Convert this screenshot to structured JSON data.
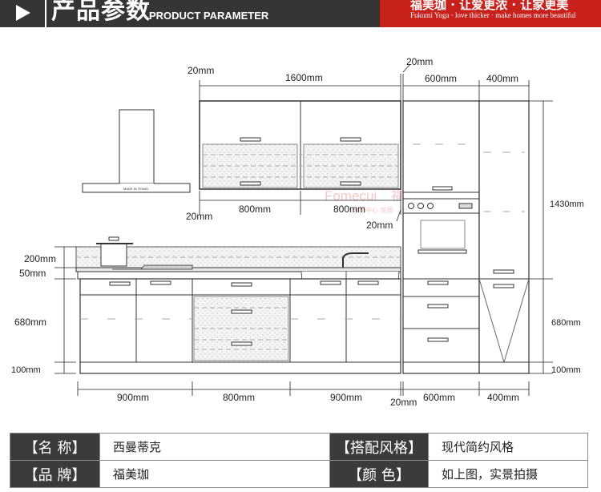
{
  "header": {
    "title_cn": "产品参数",
    "title_en": "PRODUCT PARAMETER",
    "brand_slogan_cn": "福美珈 · 让爱更浓 · 让家更美",
    "brand_slogan_en": "Fukumi Yoga · love thicker · make homes more beautiful"
  },
  "diagram": {
    "hood_label": "MADE IN TEWAY",
    "watermark_en": "Fomecui",
    "watermark_cn": "福美珈",
    "watermark_sub": "家居中心·家居",
    "dims": {
      "top_left_gap": "20mm",
      "upper_width": "1600mm",
      "top_gap": "20mm",
      "tall_width_top": "600mm",
      "right_width_top": "400mm",
      "upper_left_gap": "20mm",
      "upper_unit_1": "800mm",
      "upper_unit_2": "800mm",
      "upper_mid_gap": "20mm",
      "tall_height": "1430mm",
      "backsplash": "200mm",
      "counter": "50mm",
      "base_height_left": "680mm",
      "base_height_right": "680mm",
      "plinth_left": "100mm",
      "plinth_right": "100mm",
      "base_1": "900mm",
      "base_2": "800mm",
      "base_3": "900mm",
      "base_gap": "20mm",
      "tall_width_bottom": "600mm",
      "right_width_bottom": "400mm"
    }
  },
  "specs": {
    "name_label": "【名  称】",
    "name_value": "西曼蒂克",
    "style_label": "【搭配风格】",
    "style_value": "现代简约风格",
    "brand_label": "【品  牌】",
    "brand_value": "福美珈",
    "color_label": "【颜  色】",
    "color_value": "如上图，实景拍摄"
  }
}
